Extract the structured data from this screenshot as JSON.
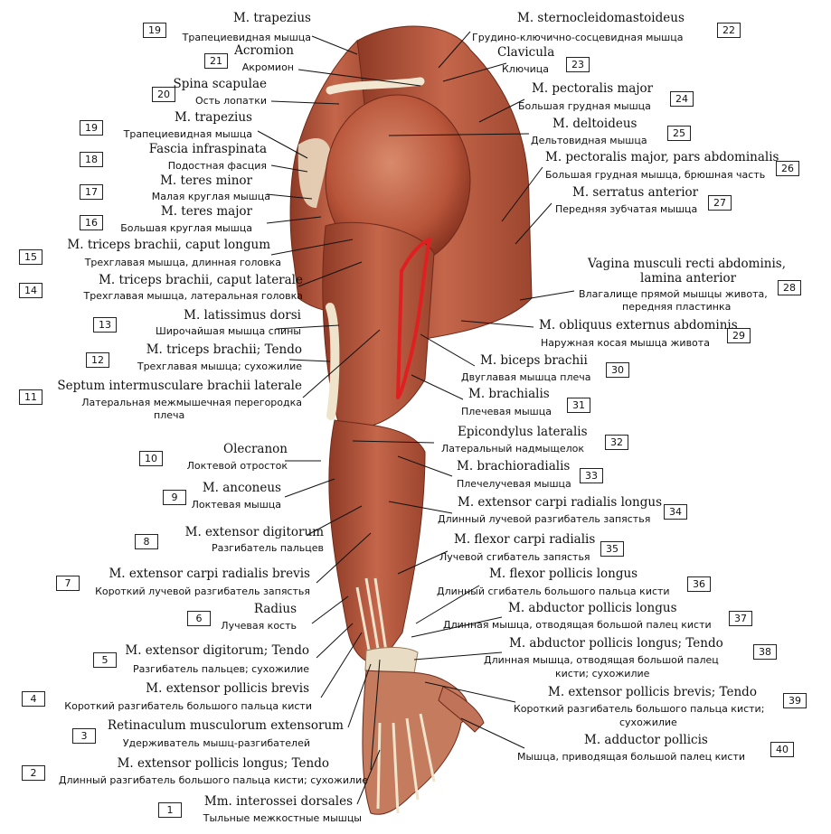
{
  "colors": {
    "highlight": "#e02020",
    "muscle": "#b8553a",
    "tendon": "#e8dcc4",
    "text": "#111111"
  },
  "labels": [
    {
      "n": "19",
      "lat": "M. trapezius",
      "ru": "Трапециевидная мышца"
    },
    {
      "n": "21",
      "lat": "Acromion",
      "ru": "Акромион"
    },
    {
      "n": "20",
      "lat": "Spina scapulae",
      "ru": "Ость лопатки"
    },
    {
      "n": "19",
      "lat": "M. trapezius",
      "ru": "Трапециевидная мышца"
    },
    {
      "n": "18",
      "lat": "Fascia infraspinata",
      "ru": "Подостная фасция"
    },
    {
      "n": "17",
      "lat": "M. teres minor",
      "ru": "Малая круглая мышца"
    },
    {
      "n": "16",
      "lat": "M. teres major",
      "ru": "Большая круглая мышца"
    },
    {
      "n": "15",
      "lat": "M. triceps brachii, caput longum",
      "ru": "Трехглавая мышца, длинная головка"
    },
    {
      "n": "14",
      "lat": "M. triceps brachii, caput laterale",
      "ru": "Трехглавая мышца, латеральная головка"
    },
    {
      "n": "13",
      "lat": "M. latissimus dorsi",
      "ru": "Широчайшая мышца спины"
    },
    {
      "n": "12",
      "lat": "M. triceps brachii; Tendo",
      "ru": "Трехглавая мышца; сухожилие"
    },
    {
      "n": "11",
      "lat": "Septum intermusculare brachii laterale",
      "ru": "Латеральная межмышечная перегородка",
      "ru2": "плеча"
    },
    {
      "n": "10",
      "lat": "Olecranon",
      "ru": "Локтевой отросток"
    },
    {
      "n": "9",
      "lat": "M. anconeus",
      "ru": "Локтевая мышца"
    },
    {
      "n": "8",
      "lat": "M. extensor digitorum",
      "ru": "Разгибатель пальцев"
    },
    {
      "n": "7",
      "lat": "M. extensor carpi radialis brevis",
      "ru": "Короткий лучевой разгибатель запястья"
    },
    {
      "n": "6",
      "lat": "Radius",
      "ru": "Лучевая кость"
    },
    {
      "n": "5",
      "lat": "M. extensor digitorum; Tendo",
      "ru": "Разгибатель пальцев; сухожилие"
    },
    {
      "n": "4",
      "lat": "M. extensor pollicis brevis",
      "ru": "Короткий разгибатель большого пальца кисти"
    },
    {
      "n": "3",
      "lat": "Retinaculum musculorum extensorum",
      "ru": "Удерживатель мышц-разгибателей"
    },
    {
      "n": "2",
      "lat": "M. extensor pollicis longus; Tendo",
      "ru": "Длинный разгибатель большого пальца кисти; сухожилие"
    },
    {
      "n": "1",
      "lat": "Mm. interossei dorsales",
      "ru": "Тыльные межкостные мышцы"
    },
    {
      "n": "22",
      "lat": "M. sternocleidomastoideus",
      "ru": "Грудино-ключично-сосцевидная мышца"
    },
    {
      "n": "23",
      "lat": "Clavicula",
      "ru": "Ключица"
    },
    {
      "n": "24",
      "lat": "M. pectoralis major",
      "ru": "Большая грудная мышца"
    },
    {
      "n": "25",
      "lat": "M. deltoideus",
      "ru": "Дельтовидная мышца"
    },
    {
      "n": "26",
      "lat": "M. pectoralis major, pars abdominalis",
      "ru": "Большая грудная мышца, брюшная часть"
    },
    {
      "n": "27",
      "lat": "M. serratus anterior",
      "ru": "Передняя зубчатая мышца"
    },
    {
      "n": "28",
      "lat": "Vagina musculi recti abdominis,",
      "lat2": "lamina anterior",
      "ru": "Влагалище прямой мышцы живота,",
      "ru2": "передняя пластинка"
    },
    {
      "n": "29",
      "lat": "M. obliquus externus abdominis",
      "ru": "Наружная косая мышца живота"
    },
    {
      "n": "30",
      "lat": "M. biceps brachii",
      "ru": "Двуглавая мышца плеча"
    },
    {
      "n": "31",
      "lat": "M. brachialis",
      "ru": "Плечевая мышца"
    },
    {
      "n": "32",
      "lat": "Epicondylus lateralis",
      "ru": "Латеральный надмыщелок"
    },
    {
      "n": "33",
      "lat": "M. brachioradialis",
      "ru": "Плечелучевая мышца"
    },
    {
      "n": "34",
      "lat": "M. extensor carpi radialis longus",
      "ru": "Длинный лучевой разгибатель запястья"
    },
    {
      "n": "35",
      "lat": "M. flexor carpi radialis",
      "ru": "Лучевой сгибатель запястья"
    },
    {
      "n": "36",
      "lat": "M. flexor pollicis longus",
      "ru": "Длинный сгибатель большого пальца кисти"
    },
    {
      "n": "37",
      "lat": "M. abductor pollicis longus",
      "ru": "Длинная мышца, отводящая большой палец кисти"
    },
    {
      "n": "38",
      "lat": "M. abductor pollicis longus; Tendo",
      "ru": "Длинная мышца, отводящая большой палец",
      "ru2": "кисти; сухожилие"
    },
    {
      "n": "39",
      "lat": "M. extensor pollicis brevis; Tendo",
      "ru": "Короткий разгибатель большого пальца кисти;",
      "ru2": "сухожилие"
    },
    {
      "n": "40",
      "lat": "M. adductor pollicis",
      "ru": "Мышца, приводящая большой палец кисти"
    }
  ]
}
